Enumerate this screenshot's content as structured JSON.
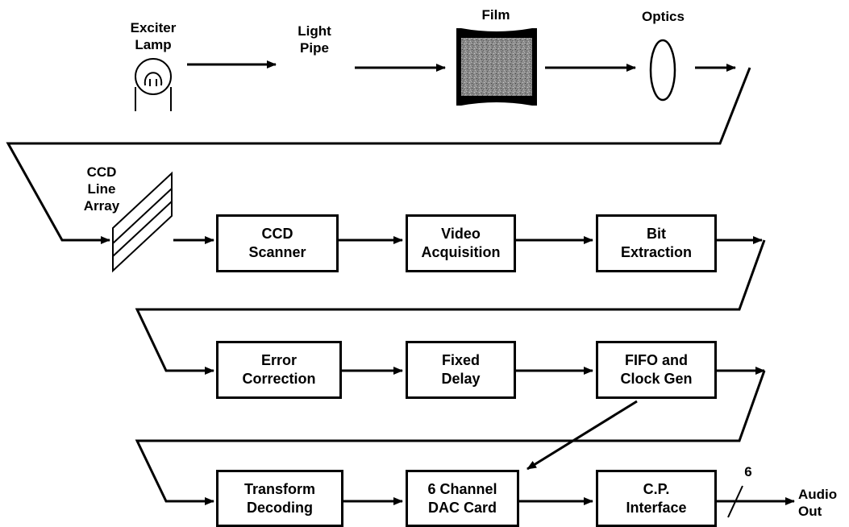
{
  "source_labels": {
    "exciter_lamp": [
      "Exciter",
      "Lamp"
    ],
    "light_pipe": [
      "Light",
      "Pipe"
    ],
    "film": "Film",
    "optics": "Optics",
    "ccd_line_array": [
      "CCD",
      "Line",
      "Array"
    ]
  },
  "blocks": {
    "ccd_scanner": [
      "CCD",
      "Scanner"
    ],
    "video_acquisition": [
      "Video",
      "Acquisition"
    ],
    "bit_extraction": [
      "Bit",
      "Extraction"
    ],
    "error_correction": [
      "Error",
      "Correction"
    ],
    "fixed_delay": [
      "Fixed",
      "Delay"
    ],
    "fifo_clock_gen": [
      "FIFO and",
      "Clock Gen"
    ],
    "transform_decoding": [
      "Transform",
      "Decoding"
    ],
    "dac_card": [
      "6 Channel",
      "DAC Card"
    ],
    "cp_interface": [
      "C.P.",
      "Interface"
    ]
  },
  "bus_width": "6",
  "output_label": [
    "Audio",
    "Out"
  ]
}
